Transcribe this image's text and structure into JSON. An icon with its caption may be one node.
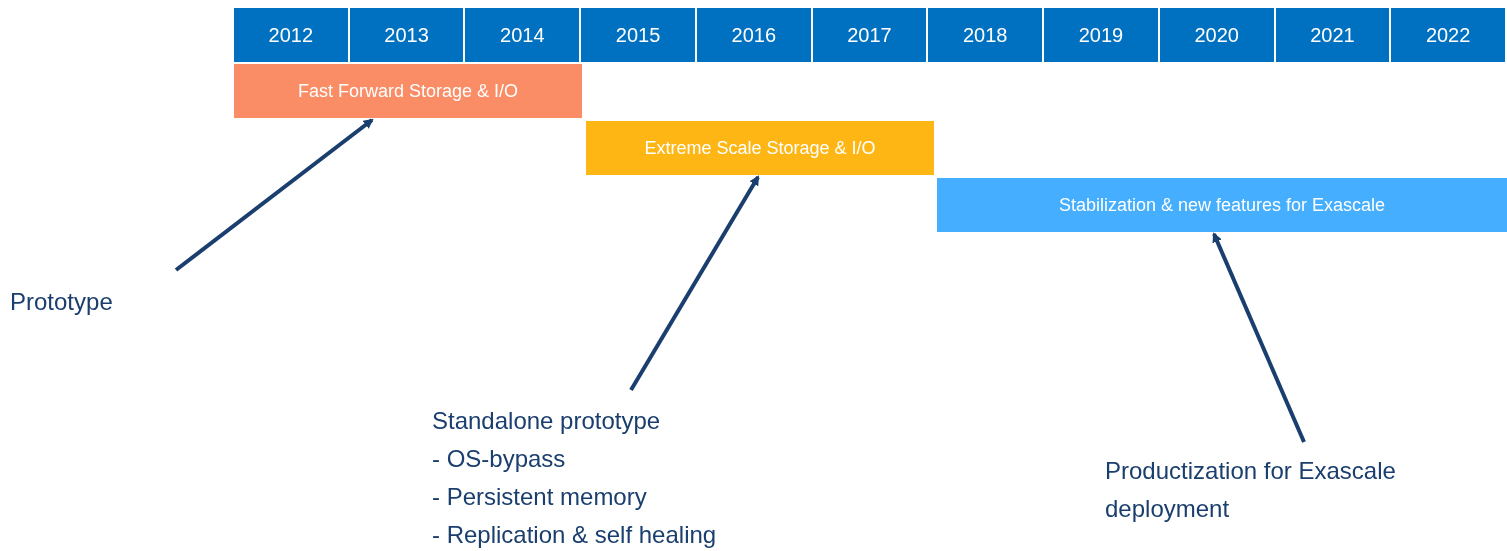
{
  "diagram": {
    "nodes": [
      {
        "text": [
          "2012"
        ]
      },
      {
        "text": [
          "2013"
        ]
      },
      {
        "text": [
          "2014"
        ]
      },
      {
        "text": [
          "2015"
        ]
      },
      {
        "text": [
          "2016"
        ]
      },
      {
        "text": [
          "2017"
        ]
      },
      {
        "text": [
          "2018"
        ]
      },
      {
        "text": [
          "2019"
        ]
      },
      {
        "text": [
          "2020"
        ]
      },
      {
        "text": [
          "2021"
        ]
      },
      {
        "text": [
          "2022"
        ]
      },
      {
        "text": [
          "Fast Forward Storage & I/O"
        ]
      },
      {
        "text": [
          "Extreme Scale Storage & I/O"
        ]
      },
      {
        "text": [
          "Stabilization & new features for Exascale"
        ]
      },
      {
        "text": [
          "Prototype"
        ]
      },
      {
        "text": [
          "Standalone prototype",
          "- OS-bypass",
          "- Persistent memory",
          "- Replication & self healing"
        ]
      },
      {
        "text": [
          "Productization for Exascale deployment"
        ]
      }
    ],
    "edges": [
      {
        "from": 14,
        "to": 11,
        "arrow": "to"
      },
      {
        "from": 15,
        "to": 12,
        "arrow": "to"
      },
      {
        "from": 16,
        "to": 13,
        "arrow": "to"
      }
    ]
  }
}
